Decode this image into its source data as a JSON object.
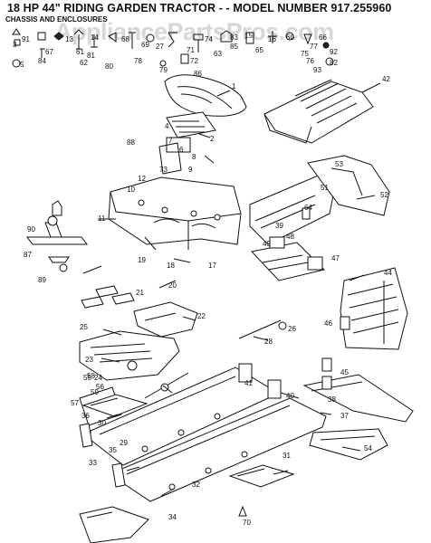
{
  "header": {
    "title": "18 HP 44\" RIDING GARDEN TRACTOR - - MODEL NUMBER 917.255960",
    "subtitle": "CHASSIS AND ENCLOSURES",
    "watermark": "AppliancePartsPros.com"
  },
  "part_labels": [
    "1",
    "2",
    "3",
    "4",
    "5",
    "6",
    "7",
    "8",
    "9",
    "10",
    "11",
    "12",
    "13",
    "14",
    "15",
    "16",
    "17",
    "18",
    "19",
    "20",
    "21",
    "22",
    "23",
    "24",
    "25",
    "26",
    "27",
    "28",
    "29",
    "30",
    "31",
    "32",
    "33",
    "34",
    "35",
    "36",
    "37",
    "38",
    "39",
    "40",
    "41",
    "42",
    "44",
    "45",
    "46",
    "47",
    "48",
    "49",
    "50",
    "51",
    "52",
    "53",
    "54",
    "55",
    "56",
    "57",
    "58",
    "59",
    "60",
    "61",
    "62",
    "63",
    "64",
    "65",
    "66",
    "67",
    "68",
    "69",
    "70",
    "71",
    "72",
    "73",
    "74",
    "75",
    "76",
    "77",
    "78",
    "79",
    "80",
    "81",
    "82",
    "83",
    "84",
    "85",
    "86",
    "87",
    "88",
    "89",
    "90",
    "91",
    "92",
    "93"
  ]
}
